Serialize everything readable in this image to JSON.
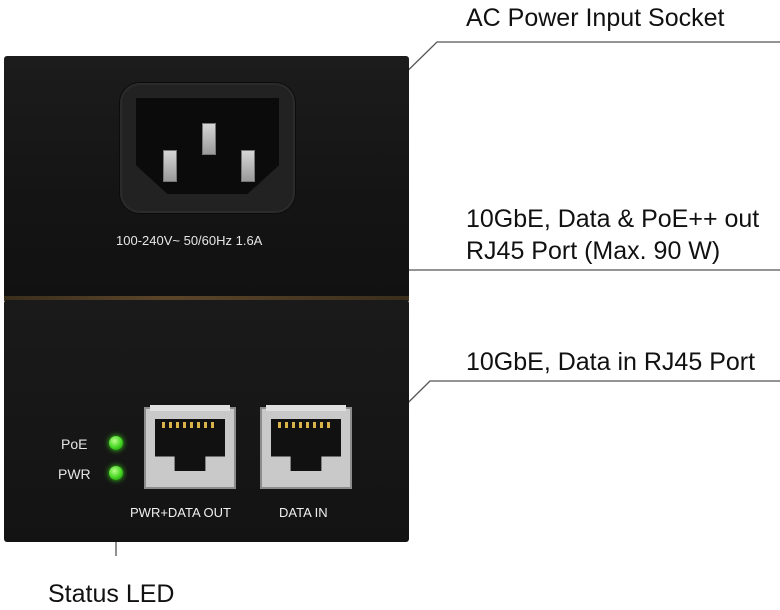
{
  "callouts": {
    "ac_socket": "AC Power Input Socket",
    "poe_port_line1": "10GbE, Data & PoE++ out",
    "poe_port_line2": "RJ45 Port (Max. 90 W)",
    "data_in_port": "10GbE, Data in RJ45 Port",
    "status_led": "Status LED"
  },
  "device": {
    "rating": "100-240V~ 50/60Hz 1.6A",
    "led_labels": [
      "PoE",
      "PWR"
    ],
    "led_color": "#41d41f",
    "port_labels": [
      "PWR+DATA OUT",
      "DATA IN"
    ]
  }
}
